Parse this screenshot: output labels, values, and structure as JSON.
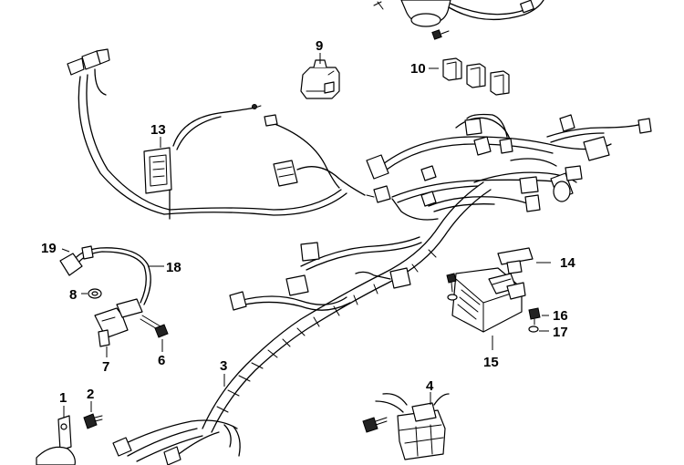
{
  "callouts": {
    "c1": "1",
    "c2": "2",
    "c3": "3",
    "c4": "4",
    "c6": "6",
    "c7": "7",
    "c8": "8",
    "c9": "9",
    "c10": "10",
    "c13": "13",
    "c14": "14",
    "c15": "15",
    "c16": "16",
    "c17": "17",
    "c18": "18",
    "c19": "19"
  }
}
